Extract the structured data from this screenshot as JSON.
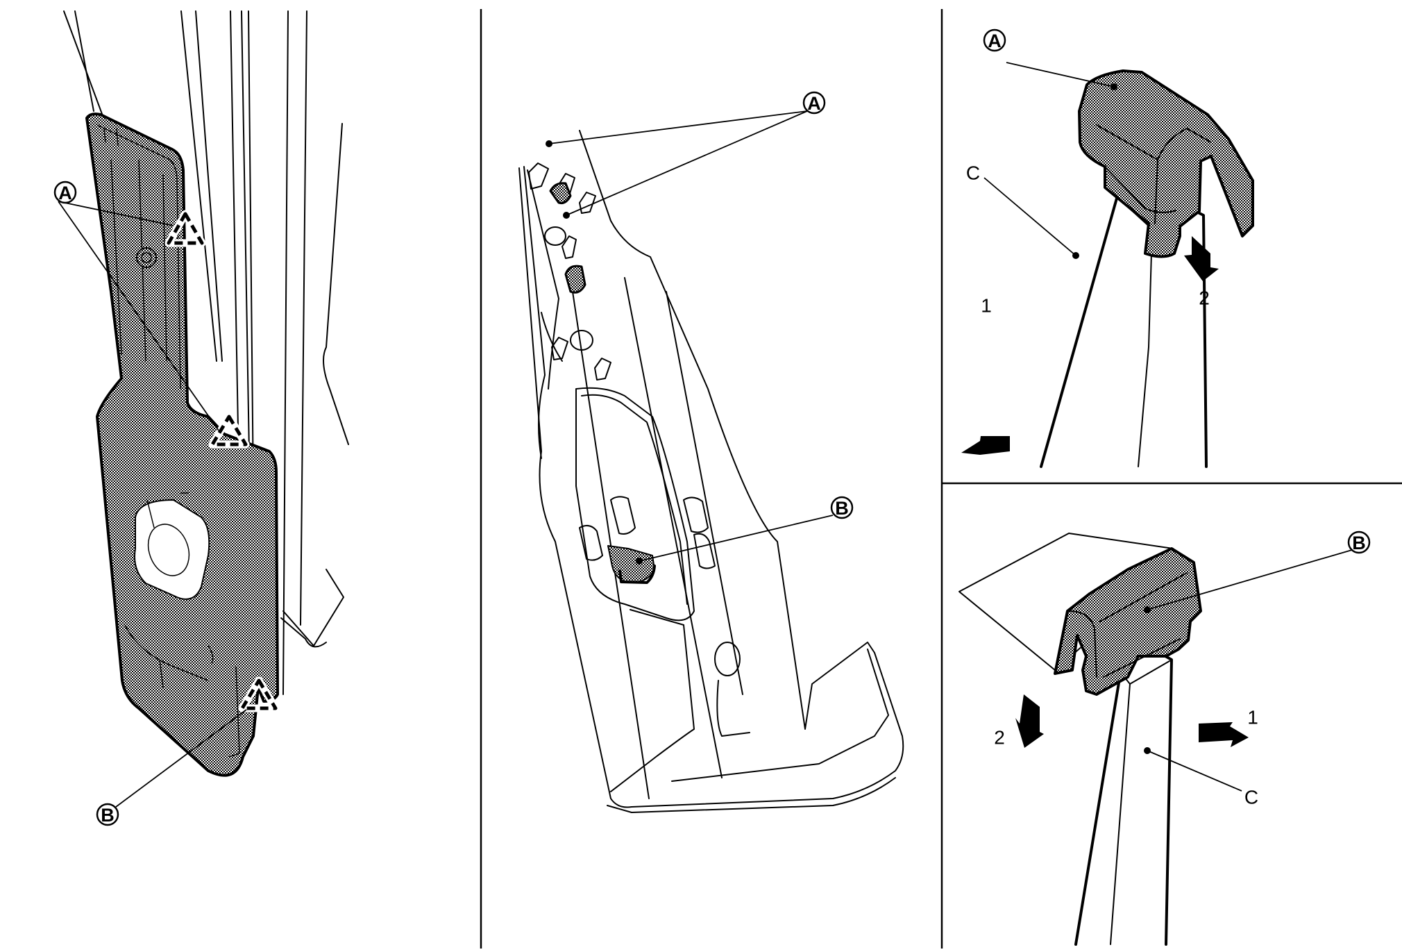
{
  "figure": {
    "panels": [
      {
        "id": "left",
        "description": "Trim panel removal - clip and hook locations",
        "callouts": [
          {
            "key": "A",
            "label": "A"
          },
          {
            "key": "B",
            "label": "B"
          }
        ]
      },
      {
        "id": "middle",
        "description": "Trim panel rear side - clip and hook",
        "callouts": [
          {
            "key": "A",
            "label": "A"
          },
          {
            "key": "B",
            "label": "B"
          }
        ]
      },
      {
        "id": "top-right",
        "description": "Clip A release sequence",
        "callouts": [
          {
            "key": "A",
            "label": "A"
          }
        ],
        "labels": {
          "part": "C",
          "step1": "1",
          "step2": "2"
        }
      },
      {
        "id": "bottom-right",
        "description": "Hook B release sequence",
        "callouts": [
          {
            "key": "B",
            "label": "B"
          }
        ],
        "labels": {
          "part": "C",
          "step1": "1",
          "step2": "2"
        }
      }
    ],
    "legend_symbols": {
      "dashed_triangle": "clip-location-icon",
      "hatched_fill": "highlighted-part"
    },
    "colors": {
      "line": "#000000",
      "background": "#ffffff",
      "hatch": "#000000"
    }
  }
}
